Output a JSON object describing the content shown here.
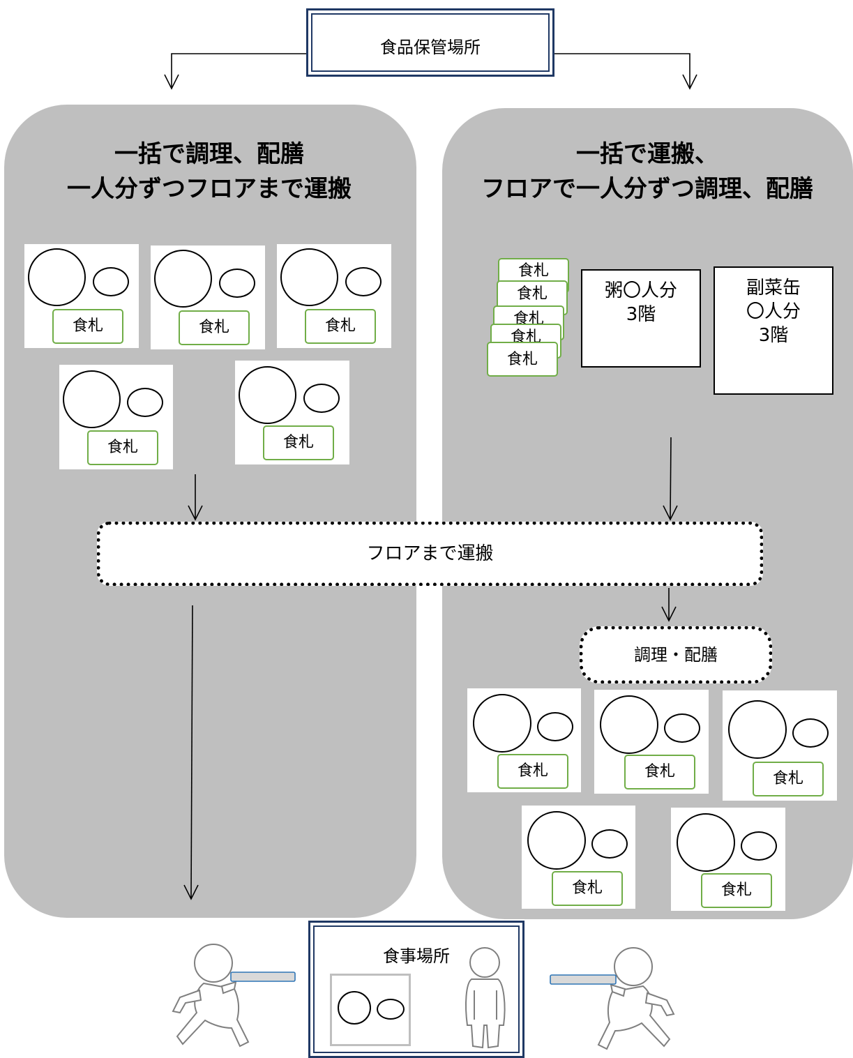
{
  "source": {
    "label": "食品保管場所"
  },
  "left_panel": {
    "title_line1": "一括で調理、配膳",
    "title_line2": "一人分ずつフロアまで運搬",
    "tag_label": "食札"
  },
  "right_panel": {
    "title_line1": "一括で運搬、",
    "title_line2": "フロアで一人分ずつ調理、配膳",
    "tag_label": "食札",
    "box1": {
      "line1": "粥〇人分",
      "line2": "3階"
    },
    "box2": {
      "line1": "副菜缶",
      "line2": "〇人分",
      "line3": "3階"
    },
    "step_label": "調理・配膳"
  },
  "transport": {
    "label": "フロアまで運搬"
  },
  "destination": {
    "label": "食事場所"
  }
}
